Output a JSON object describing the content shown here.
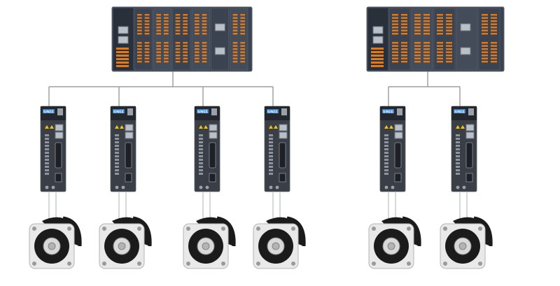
{
  "diagram": {
    "colors": {
      "wire": "#8a8a8a",
      "plc_body": "#3b4350",
      "plc_dark": "#2a3039",
      "plc_edge": "#5a6472",
      "terminal_orange": "#e07a1e",
      "port": "#b9c0c8",
      "drive_body": "#3a3f47",
      "drive_dark": "#24282e",
      "drive_logo": "#2f7fd1",
      "led_yellow": "#f2c40f",
      "motor_flange": "#e9e9e9",
      "motor_black": "#1b1b1b",
      "cable_grey": "#c8c8c8"
    },
    "drive_brand_text": "SINEE",
    "groups": [
      {
        "name": "group-1",
        "controller": {
          "kind": "PLC with I/O modules"
        },
        "drives": [
          {
            "kind": "servo drive",
            "motor": "servo motor"
          },
          {
            "kind": "servo drive",
            "motor": "servo motor"
          },
          {
            "kind": "servo drive",
            "motor": "servo motor"
          },
          {
            "kind": "servo drive",
            "motor": "servo motor"
          }
        ]
      },
      {
        "name": "group-2",
        "controller": {
          "kind": "PLC with I/O modules"
        },
        "drives": [
          {
            "kind": "servo drive",
            "motor": "servo motor"
          },
          {
            "kind": "servo drive",
            "motor": "servo motor"
          }
        ]
      }
    ]
  }
}
